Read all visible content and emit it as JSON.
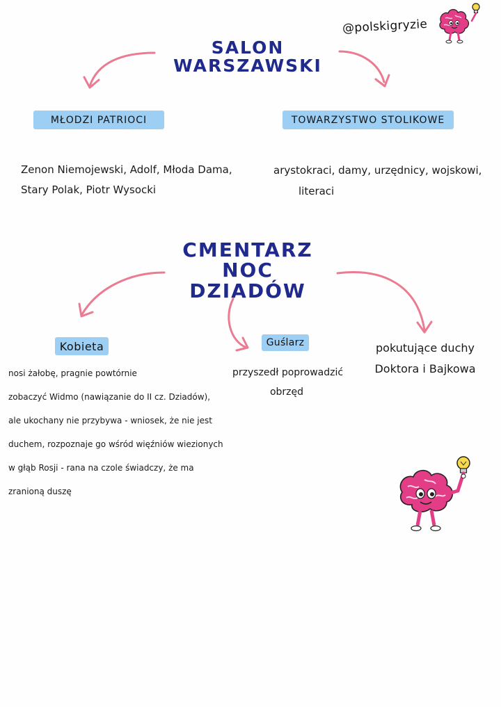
{
  "handle": "@polskigryzie",
  "colors": {
    "title": "#1f2a8c",
    "label_bg": "#9dcff4",
    "arrow": "#ea7b92",
    "mascot": "#e23d86"
  },
  "salon": {
    "title": "SALON WARSZAWSKI",
    "left": {
      "label": "MŁODZI PATRIOCI",
      "lines": [
        "Zenon Niemojewski, Adolf, Młoda Dama,",
        "Stary Polak, Piotr Wysocki"
      ]
    },
    "right": {
      "label": "TOWARZYSTWO STOLIKOWE",
      "lines": [
        "arystokraci, damy, urzędnicy, wojskowi,",
        "literaci"
      ]
    }
  },
  "cmentarz": {
    "title_lines": [
      "CMENTARZ",
      "NOC DZIADÓW"
    ],
    "kobieta": {
      "label": "Kobieta",
      "lines": [
        "nosi żałobę, pragnie powtórnie",
        "zobaczyć Widmo (nawiązanie do II cz. Dziadów),",
        "ale ukochany nie przybywa - wniosek, że nie jest",
        "duchem, rozpoznaje go wśród więźniów wiezionych",
        "w głąb Rosji - rana na czole świadczy, że ma",
        "zranioną duszę"
      ]
    },
    "guslarz": {
      "label": "Guślarz",
      "lines": [
        "przyszedł poprowadzić",
        "obrzęd"
      ]
    },
    "duchy": {
      "lines": [
        "pokutujące duchy",
        "Doktora i Bajkowa"
      ]
    }
  },
  "icons": [
    "brain-mascot-icon",
    "lightbulb-icon"
  ]
}
